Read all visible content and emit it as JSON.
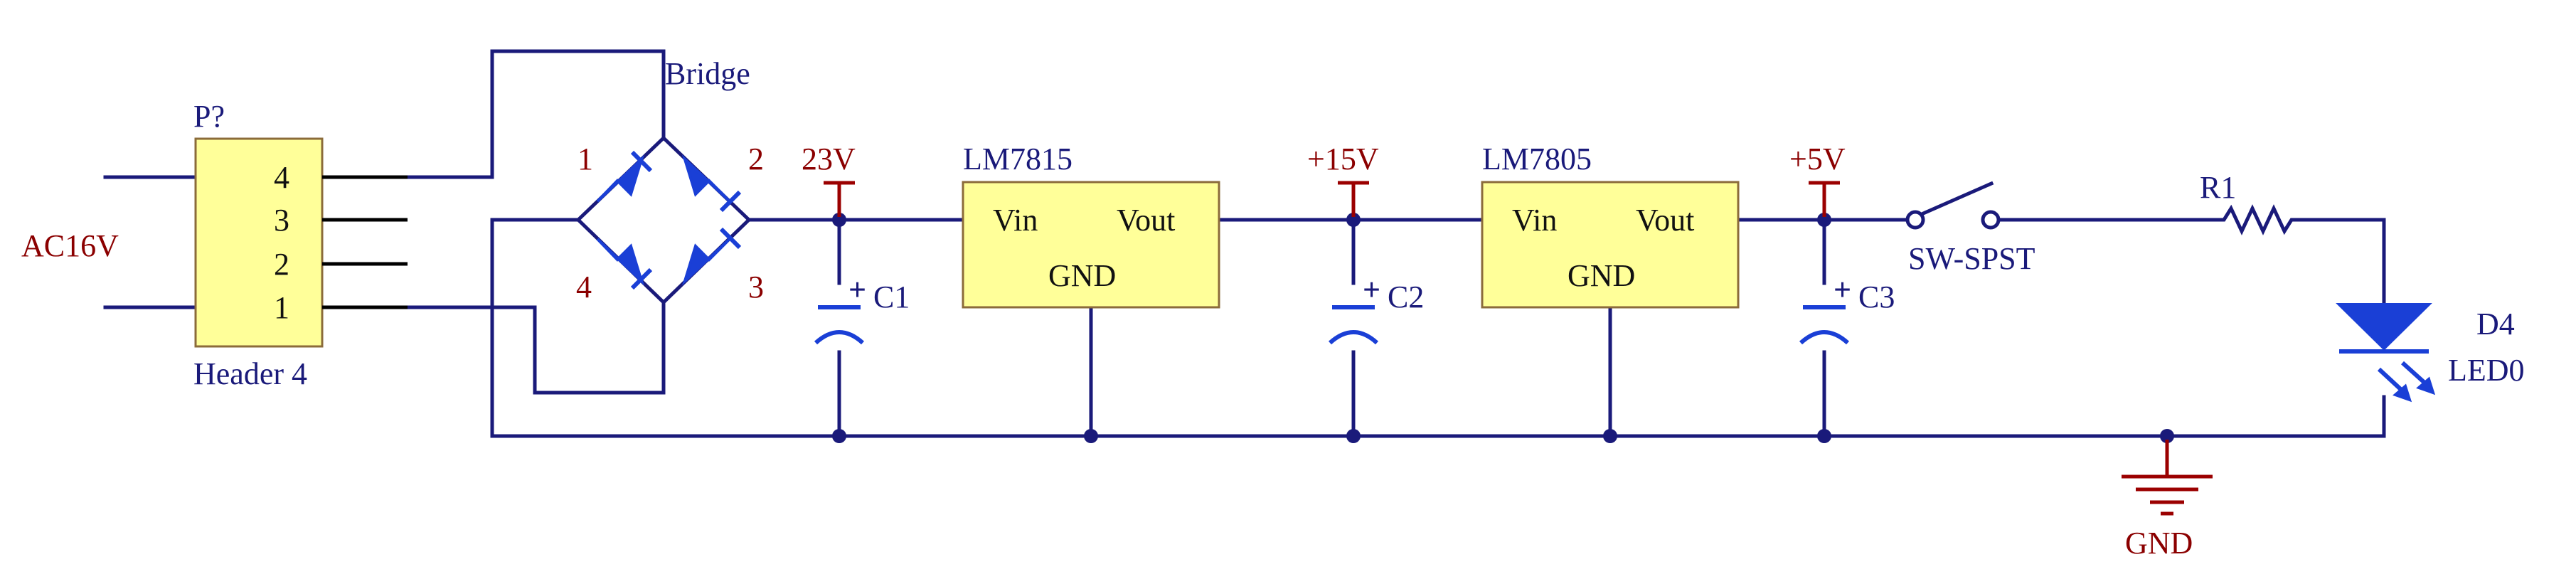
{
  "connector": {
    "designator": "P?",
    "comment": "Header 4",
    "pins": [
      "4",
      "3",
      "2",
      "1"
    ]
  },
  "ac_source": {
    "label": "AC16V"
  },
  "bridge": {
    "label": "Bridge",
    "pin1": "1",
    "pin2": "2",
    "pin3": "3",
    "pin4": "4"
  },
  "net_23v": {
    "label": "23V"
  },
  "c1": {
    "label": "C1"
  },
  "reg1": {
    "name": "LM7815",
    "vin": "Vin",
    "vout": "Vout",
    "gnd": "GND"
  },
  "net_15v": {
    "label": "+15V"
  },
  "c2": {
    "label": "C2"
  },
  "reg2": {
    "name": "LM7805",
    "vin": "Vin",
    "vout": "Vout",
    "gnd": "GND"
  },
  "net_5v": {
    "label": "+5V"
  },
  "c3": {
    "label": "C3"
  },
  "switch": {
    "label": "SW-SPST"
  },
  "r1": {
    "label": "R1"
  },
  "d4": {
    "designator": "D4",
    "comment": "LED0"
  },
  "ground": {
    "label": "GND"
  },
  "colors": {
    "wire": "#1a1a7a",
    "component_symbol": "#1a3fd6",
    "power_port": "#9b0000",
    "component_fill": "#ffff99"
  }
}
